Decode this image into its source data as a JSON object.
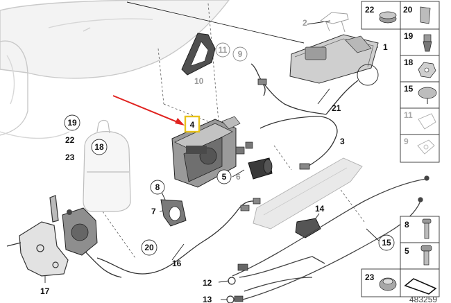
{
  "callouts": {
    "c1": "1",
    "c2": "2",
    "c3": "3",
    "c4": "4",
    "c5": "5",
    "c6": "6",
    "c7": "7",
    "c8": "8",
    "c9": "9",
    "c10": "10",
    "c11": "11",
    "c12": "12",
    "c13": "13",
    "c14": "14",
    "c15": "15",
    "c16": "16",
    "c17": "17",
    "c18": "18",
    "c19": "19",
    "c20": "20",
    "c21": "21",
    "c22": "22",
    "c23": "23"
  },
  "side_panel": {
    "p22": "22",
    "p20": "20",
    "p19": "19",
    "p18": "18",
    "p15": "15",
    "p11": "11",
    "p9": "9",
    "p8": "8",
    "p5": "5",
    "p23": "23"
  },
  "drawing_number": "483259",
  "colors": {
    "highlight_box": "#e8c21a",
    "arrow": "#e0221f",
    "ghost_part": "#a0a0a0"
  }
}
